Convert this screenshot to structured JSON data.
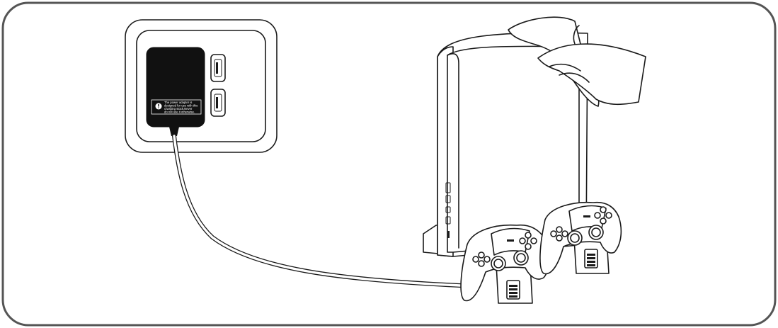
{
  "adapter": {
    "warning_label": [
      "The power adapter is",
      "designed for use with this",
      "charging stock.Never",
      "do not use it otherwise."
    ]
  }
}
